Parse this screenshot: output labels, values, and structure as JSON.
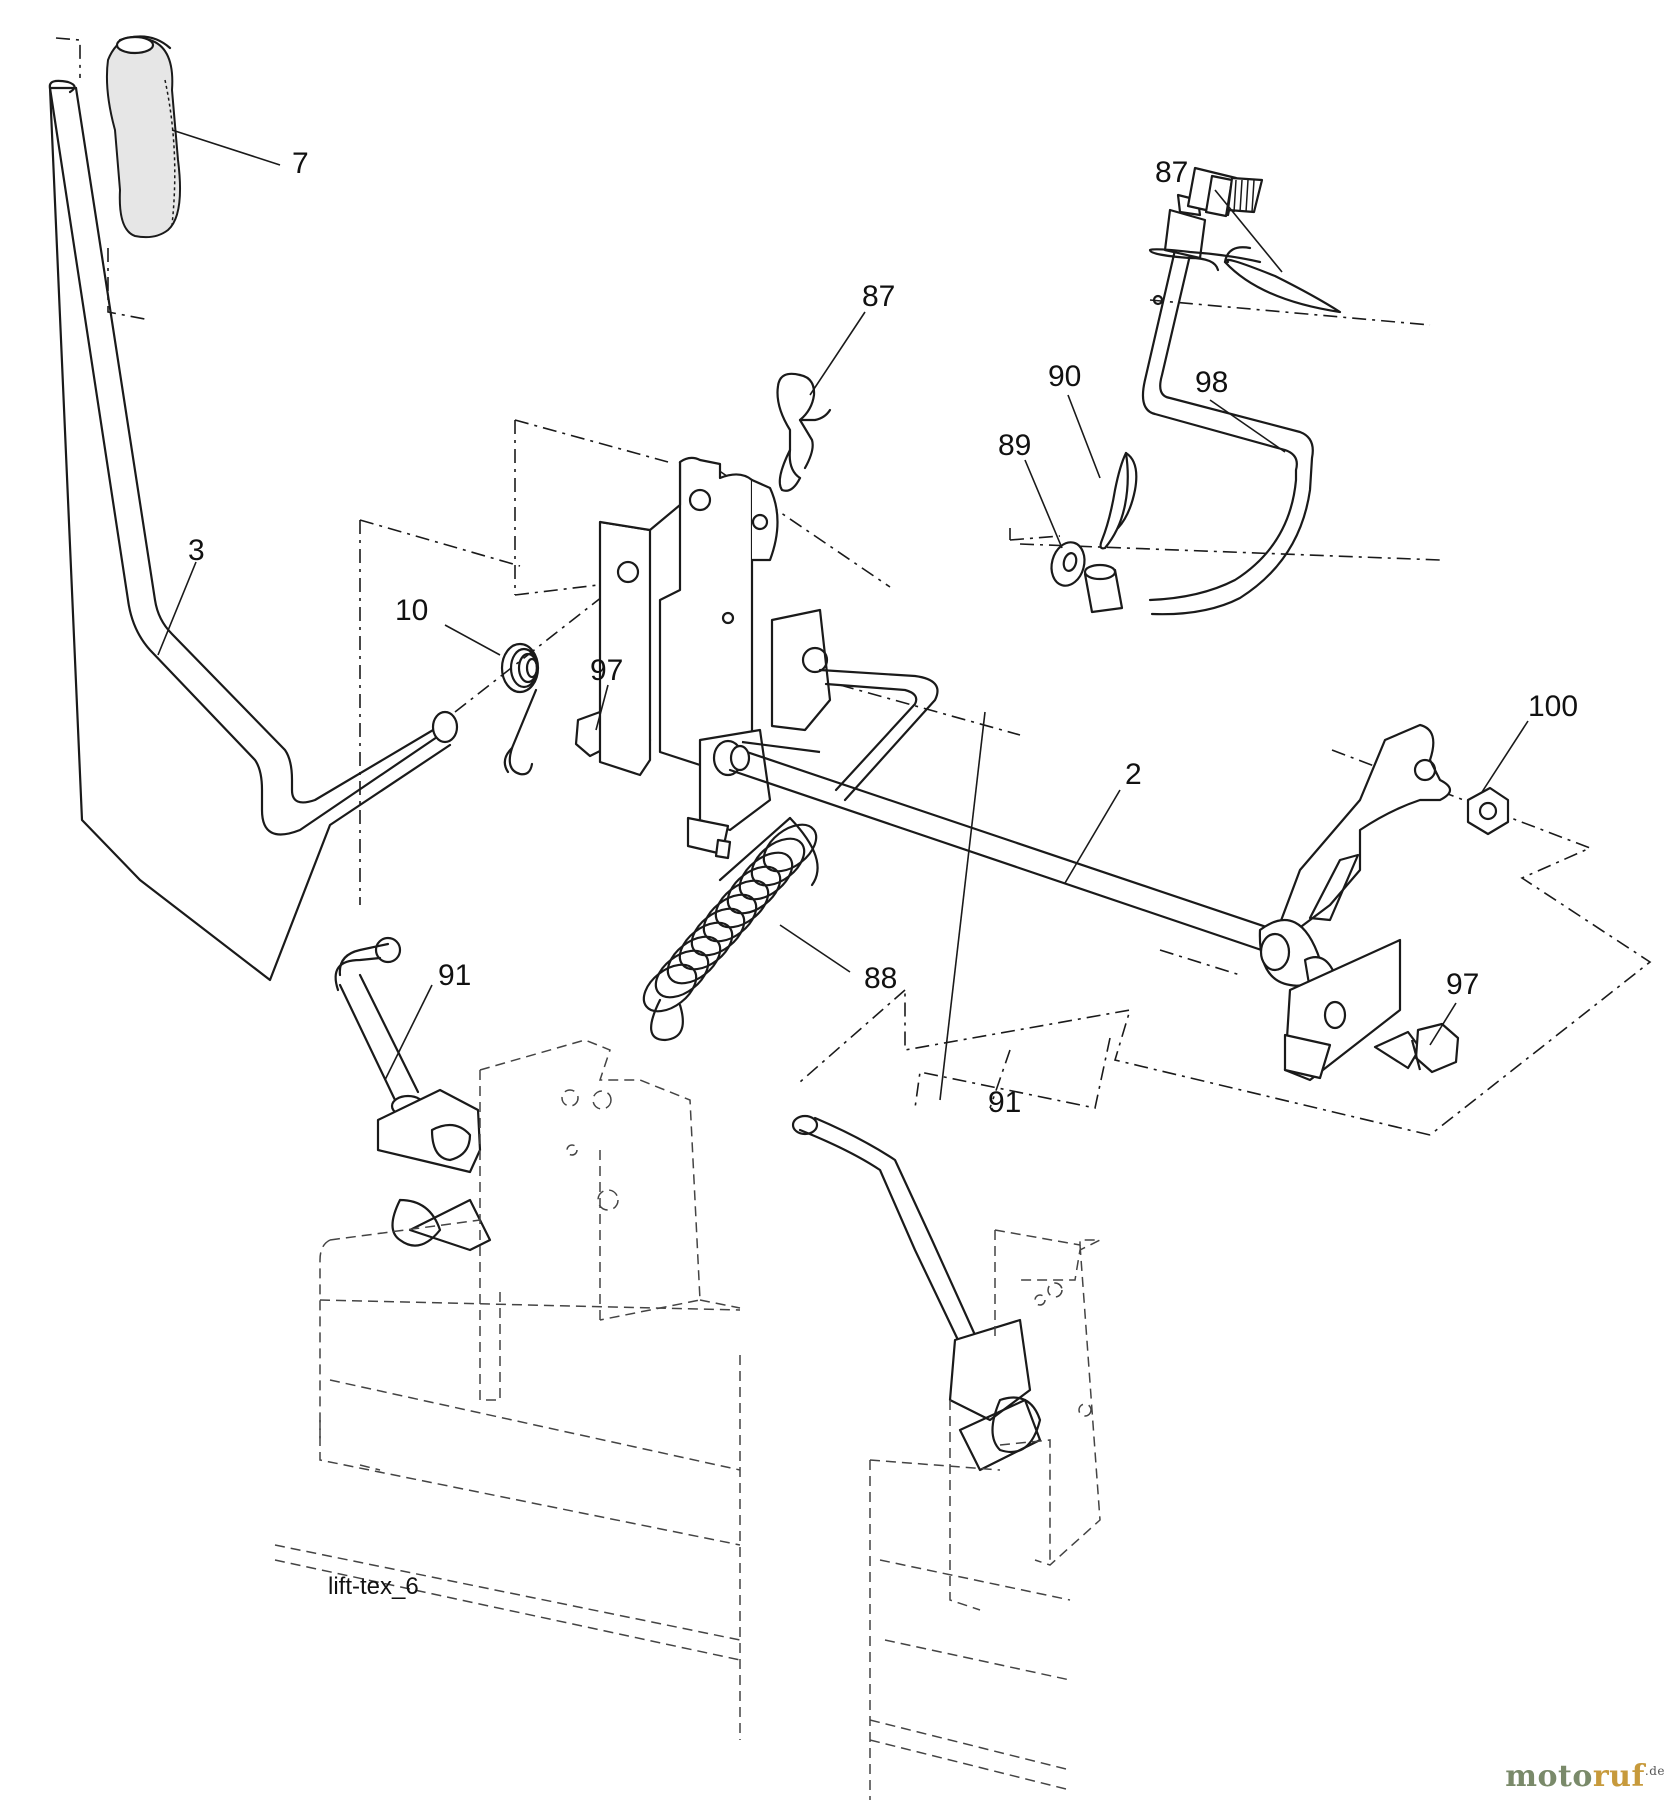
{
  "diagram": {
    "reference_code": "lift-tex_6",
    "callouts": {
      "handle_grip": "7",
      "lift_lever": "3",
      "torsion_spring": "10",
      "bolt_upper_left": "97",
      "hairpin_clip_upper": "87",
      "hairpin_clip_rod": "87",
      "hairpin_clip_small": "90",
      "washer": "89",
      "lift_rod": "98",
      "lift_shaft": "2",
      "nut": "100",
      "extension_spring": "88",
      "link_left": "91",
      "link_right": "91",
      "bolt_right": "97"
    }
  },
  "watermark": {
    "part1": "moto",
    "part2": "ruf",
    "suffix": ".de"
  }
}
